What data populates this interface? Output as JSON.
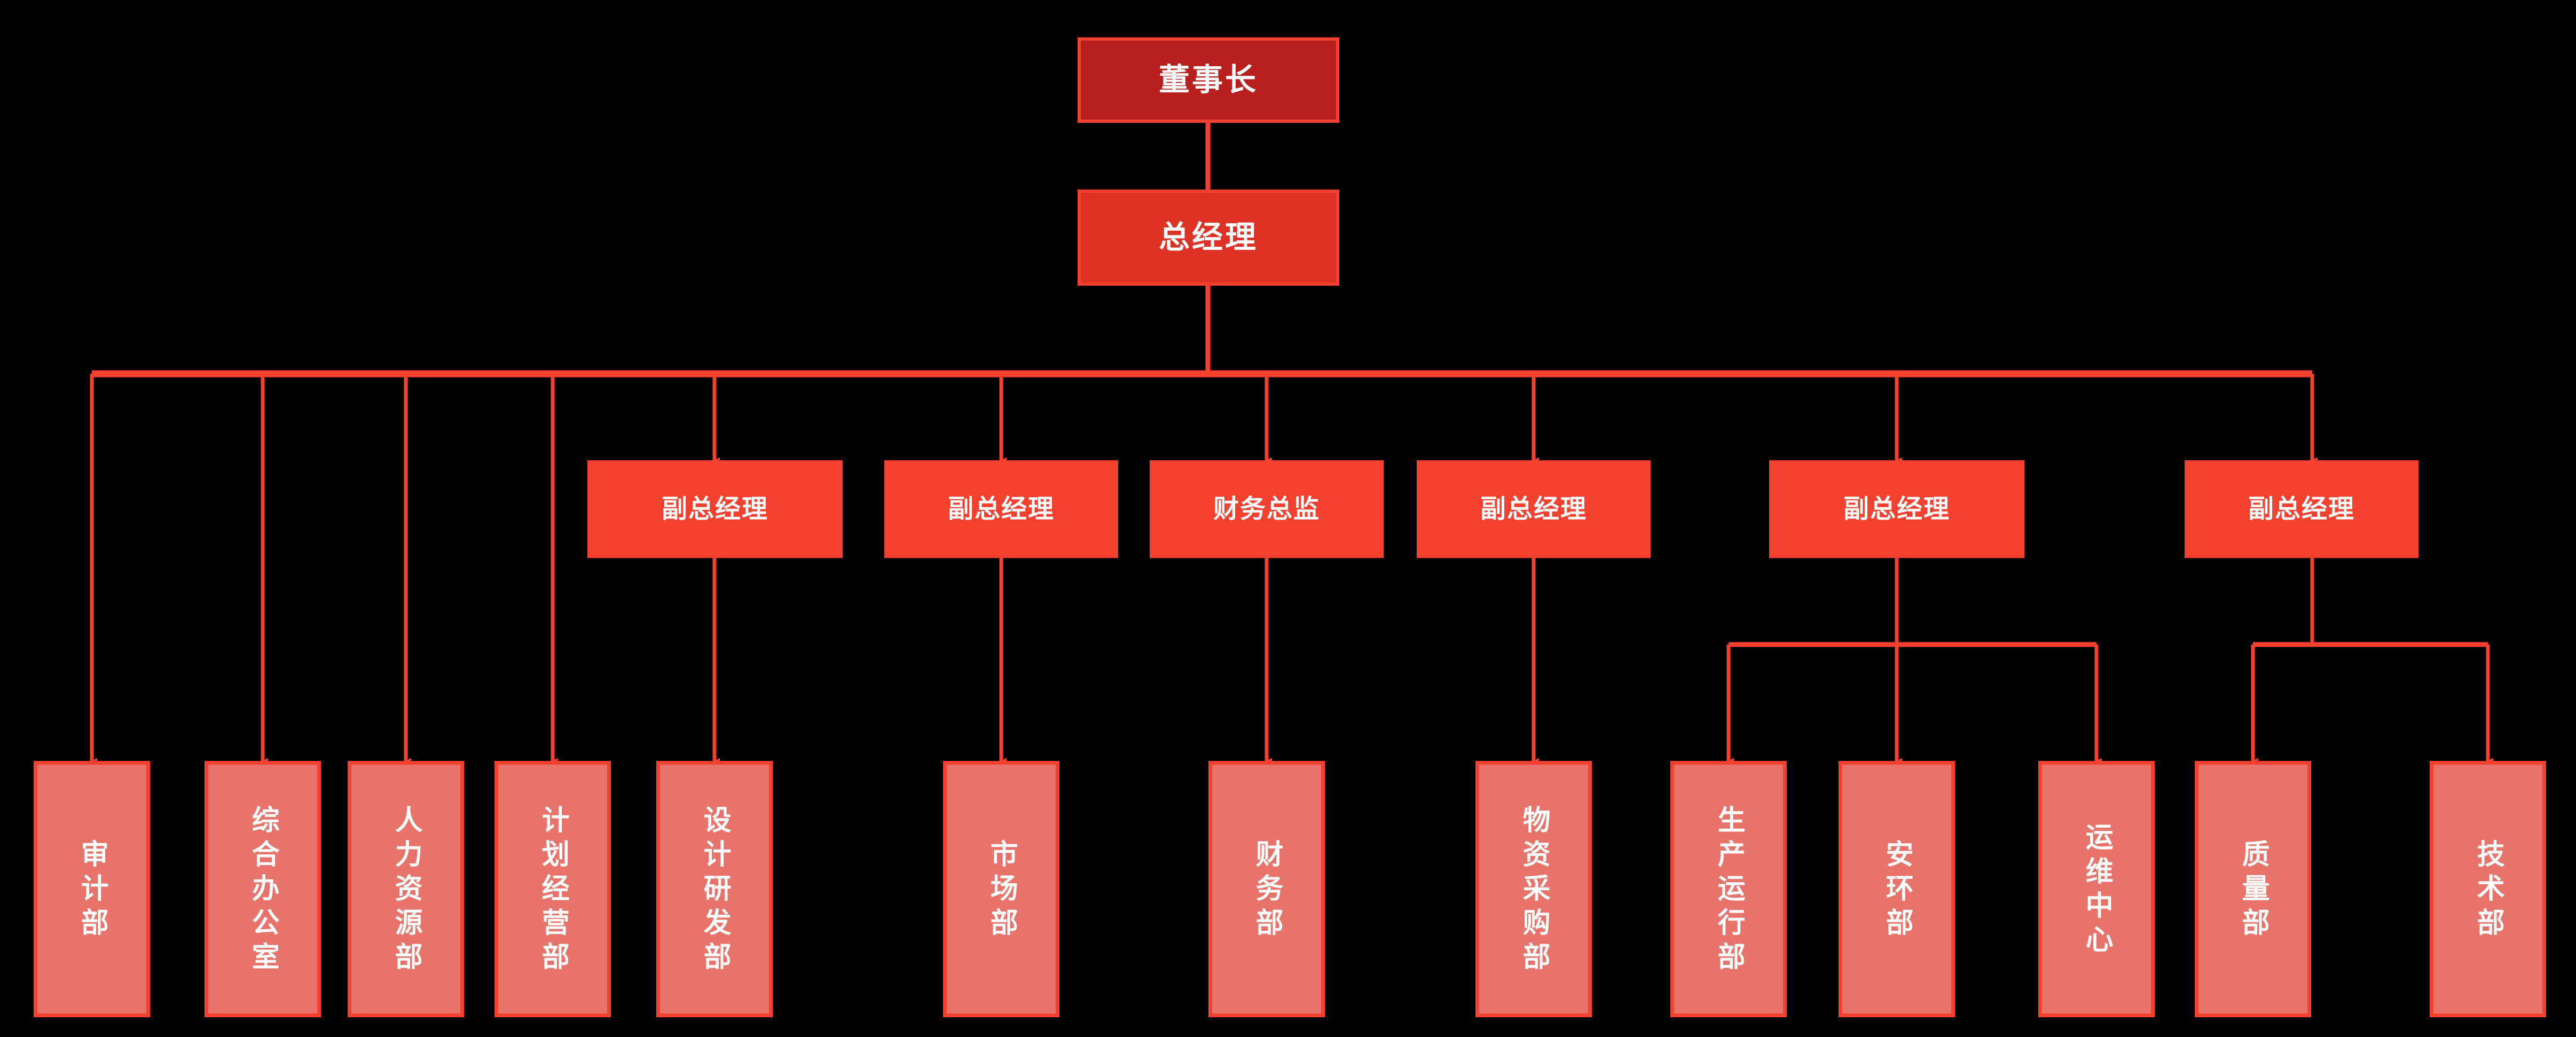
{
  "chart_data": {
    "type": "diagram",
    "diagram_kind": "organization-chart",
    "title": "",
    "orientation": "top-down",
    "background_color": "#000000",
    "colors": {
      "chairman_fill": "#B7201E",
      "gm_fill": "#DE3227",
      "exec_fill": "#F4402F",
      "dept_fill": "#E8736B",
      "border": "#F4402F",
      "connector": "#F4402F",
      "text": "#FFFFFF"
    },
    "levels": [
      {
        "level": 1,
        "name": "chairman"
      },
      {
        "level": 2,
        "name": "general-manager"
      },
      {
        "level": 3,
        "name": "executives"
      },
      {
        "level": 4,
        "name": "departments"
      }
    ]
  },
  "nodes": {
    "chairman": {
      "id": "chairman",
      "label": "董事长",
      "level": 1
    },
    "general_manager": {
      "id": "general_manager",
      "label": "总经理",
      "level": 2
    },
    "executives": [
      {
        "id": "vp1",
        "label": "副总经理",
        "level": 3
      },
      {
        "id": "vp2",
        "label": "副总经理",
        "level": 3
      },
      {
        "id": "cfo",
        "label": "财务总监",
        "level": 3
      },
      {
        "id": "vp3",
        "label": "副总经理",
        "level": 3
      },
      {
        "id": "vp4",
        "label": "副总经理",
        "level": 3
      },
      {
        "id": "vp5",
        "label": "副总经理",
        "level": 3
      }
    ],
    "departments": [
      {
        "id": "audit",
        "label": "审计部",
        "level": 4,
        "parent": "general_manager"
      },
      {
        "id": "general_office",
        "label": "综合办公室",
        "level": 4,
        "parent": "general_manager"
      },
      {
        "id": "hr",
        "label": "人力资源部",
        "level": 4,
        "parent": "general_manager"
      },
      {
        "id": "planning",
        "label": "计划经营部",
        "level": 4,
        "parent": "general_manager"
      },
      {
        "id": "design_rd",
        "label": "设计研发部",
        "level": 4,
        "parent": "general_manager"
      },
      {
        "id": "marketing",
        "label": "市场部",
        "level": 4,
        "parent": "vp2"
      },
      {
        "id": "finance",
        "label": "财务部",
        "level": 4,
        "parent": "cfo"
      },
      {
        "id": "procurement",
        "label": "物资采购部",
        "level": 4,
        "parent": "vp3"
      },
      {
        "id": "production",
        "label": "生产运行部",
        "level": 4,
        "parent": "vp4"
      },
      {
        "id": "safety_env",
        "label": "安环部",
        "level": 4,
        "parent": "vp4"
      },
      {
        "id": "ops_center",
        "label": "运维中心",
        "level": 4,
        "parent": "vp4"
      },
      {
        "id": "quality",
        "label": "质量部",
        "level": 4,
        "parent": "vp5"
      },
      {
        "id": "technology",
        "label": "技术部",
        "level": 4,
        "parent": "vp5"
      }
    ]
  },
  "edges": [
    {
      "from": "chairman",
      "to": "general_manager"
    },
    {
      "from": "general_manager",
      "to": "audit"
    },
    {
      "from": "general_manager",
      "to": "general_office"
    },
    {
      "from": "general_manager",
      "to": "hr"
    },
    {
      "from": "general_manager",
      "to": "planning"
    },
    {
      "from": "general_manager",
      "to": "design_rd"
    },
    {
      "from": "general_manager",
      "to": "vp1"
    },
    {
      "from": "general_manager",
      "to": "vp2"
    },
    {
      "from": "general_manager",
      "to": "cfo"
    },
    {
      "from": "general_manager",
      "to": "vp3"
    },
    {
      "from": "general_manager",
      "to": "vp4"
    },
    {
      "from": "general_manager",
      "to": "vp5"
    },
    {
      "from": "vp2",
      "to": "marketing"
    },
    {
      "from": "cfo",
      "to": "finance"
    },
    {
      "from": "vp3",
      "to": "procurement"
    },
    {
      "from": "vp4",
      "to": "production"
    },
    {
      "from": "vp4",
      "to": "safety_env"
    },
    {
      "from": "vp4",
      "to": "ops_center"
    },
    {
      "from": "vp5",
      "to": "quality"
    },
    {
      "from": "vp5",
      "to": "technology"
    }
  ]
}
